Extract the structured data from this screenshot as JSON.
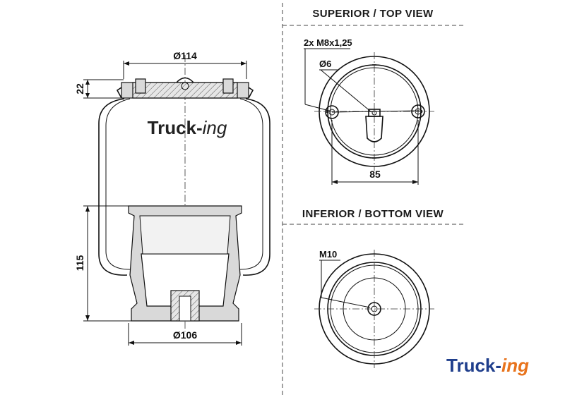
{
  "views": {
    "top_title": "SUPERIOR / TOP VIEW",
    "bottom_title": "INFERIOR / BOTTOM VIEW"
  },
  "dimensions": {
    "top_diameter": "Ø114",
    "top_height": "22",
    "body_height": "115",
    "bottom_diameter": "Ø106",
    "top_thread": "2x M8x1,25",
    "air_hole": "Ø6",
    "bolt_spacing": "85",
    "bottom_thread": "M10"
  },
  "branding": {
    "logo_prefix": "Truck-",
    "logo_suffix": "ing",
    "colors": {
      "primary": "#1f3e8c",
      "accent": "#e8731c",
      "outline": "#111111"
    }
  }
}
